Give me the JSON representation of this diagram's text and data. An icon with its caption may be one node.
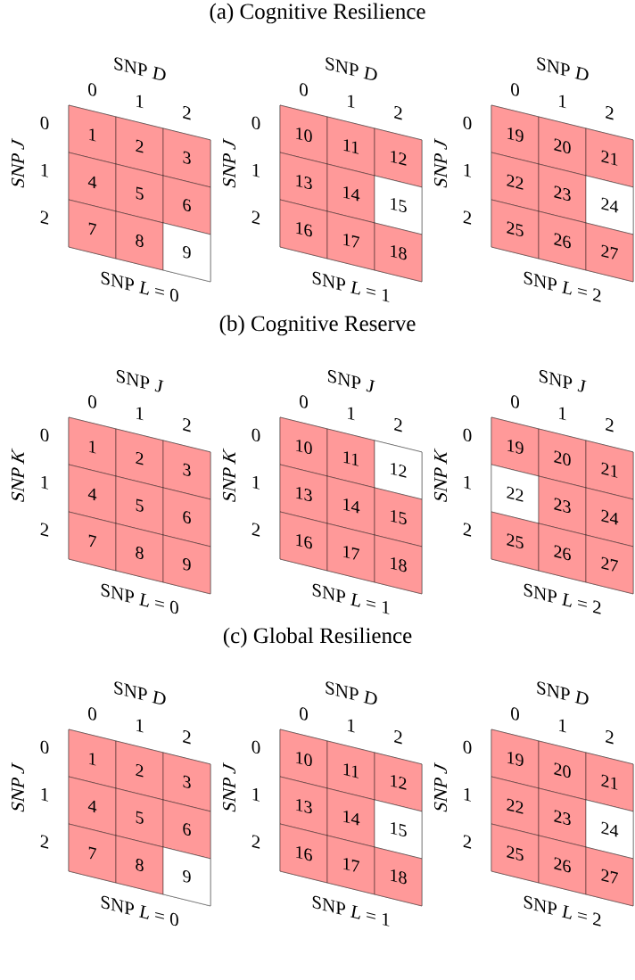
{
  "diagram": {
    "nodes": [
      {
        "text": [
          "SNP *D*",
          "SNP *J*",
          "SNP *L* = 0"
        ]
      },
      {
        "text": [
          "1"
        ],
        "in": 0
      },
      {
        "text": [
          "2"
        ],
        "in": 0
      },
      {
        "text": [
          "3"
        ],
        "in": 0
      },
      {
        "text": [
          "4"
        ],
        "in": 0
      },
      {
        "text": [
          "5"
        ],
        "in": 0
      },
      {
        "text": [
          "6"
        ],
        "in": 0
      },
      {
        "text": [
          "7"
        ],
        "in": 0
      },
      {
        "text": [
          "8"
        ],
        "in": 0
      },
      {
        "text": [
          "9"
        ],
        "in": 0
      },
      {
        "text": [
          "SNP *D*",
          "SNP *J*",
          "SNP *L* = 1"
        ]
      },
      {
        "text": [
          "10"
        ],
        "in": 10
      },
      {
        "text": [
          "11"
        ],
        "in": 10
      },
      {
        "text": [
          "12"
        ],
        "in": 10
      },
      {
        "text": [
          "13"
        ],
        "in": 10
      },
      {
        "text": [
          "14"
        ],
        "in": 10
      },
      {
        "text": [
          "15"
        ],
        "in": 10
      },
      {
        "text": [
          "16"
        ],
        "in": 10
      },
      {
        "text": [
          "17"
        ],
        "in": 10
      },
      {
        "text": [
          "18"
        ],
        "in": 10
      },
      {
        "text": [
          "SNP *D*",
          "SNP *J*",
          "SNP *L* = 2"
        ]
      },
      {
        "text": [
          "19"
        ],
        "in": 20
      },
      {
        "text": [
          "20"
        ],
        "in": 20
      },
      {
        "text": [
          "21"
        ],
        "in": 20
      },
      {
        "text": [
          "22"
        ],
        "in": 20
      },
      {
        "text": [
          "23"
        ],
        "in": 20
      },
      {
        "text": [
          "24"
        ],
        "in": 20
      },
      {
        "text": [
          "25"
        ],
        "in": 20
      },
      {
        "text": [
          "26"
        ],
        "in": 20
      },
      {
        "text": [
          "27"
        ],
        "in": 20
      },
      {
        "text": [
          "SNP *J*",
          "SNP *K*",
          "SNP *L* = 0"
        ]
      },
      {
        "text": [
          "1"
        ],
        "in": 30
      },
      {
        "text": [
          "2"
        ],
        "in": 30
      },
      {
        "text": [
          "3"
        ],
        "in": 30
      },
      {
        "text": [
          "4"
        ],
        "in": 30
      },
      {
        "text": [
          "5"
        ],
        "in": 30
      },
      {
        "text": [
          "6"
        ],
        "in": 30
      },
      {
        "text": [
          "7"
        ],
        "in": 30
      },
      {
        "text": [
          "8"
        ],
        "in": 30
      },
      {
        "text": [
          "9"
        ],
        "in": 30
      },
      {
        "text": [
          "SNP *J*",
          "SNP *K*",
          "SNP *L* = 1"
        ]
      },
      {
        "text": [
          "10"
        ],
        "in": 40
      },
      {
        "text": [
          "11"
        ],
        "in": 40
      },
      {
        "text": [
          "12"
        ],
        "in": 40
      },
      {
        "text": [
          "13"
        ],
        "in": 40
      },
      {
        "text": [
          "14"
        ],
        "in": 40
      },
      {
        "text": [
          "15"
        ],
        "in": 40
      },
      {
        "text": [
          "16"
        ],
        "in": 40
      },
      {
        "text": [
          "17"
        ],
        "in": 40
      },
      {
        "text": [
          "18"
        ],
        "in": 40
      },
      {
        "text": [
          "SNP *J*",
          "SNP *K*",
          "SNP *L* = 2"
        ]
      },
      {
        "text": [
          "19"
        ],
        "in": 50
      },
      {
        "text": [
          "20"
        ],
        "in": 50
      },
      {
        "text": [
          "21"
        ],
        "in": 50
      },
      {
        "text": [
          "22"
        ],
        "in": 50
      },
      {
        "text": [
          "23"
        ],
        "in": 50
      },
      {
        "text": [
          "24"
        ],
        "in": 50
      },
      {
        "text": [
          "25"
        ],
        "in": 50
      },
      {
        "text": [
          "26"
        ],
        "in": 50
      },
      {
        "text": [
          "27"
        ],
        "in": 50
      },
      {
        "text": [
          "SNP *D*",
          "SNP *J*",
          "SNP *L* = 0"
        ]
      },
      {
        "text": [
          "1"
        ],
        "in": 60
      },
      {
        "text": [
          "2"
        ],
        "in": 60
      },
      {
        "text": [
          "3"
        ],
        "in": 60
      },
      {
        "text": [
          "4"
        ],
        "in": 60
      },
      {
        "text": [
          "5"
        ],
        "in": 60
      },
      {
        "text": [
          "6"
        ],
        "in": 60
      },
      {
        "text": [
          "7"
        ],
        "in": 60
      },
      {
        "text": [
          "8"
        ],
        "in": 60
      },
      {
        "text": [
          "9"
        ],
        "in": 60
      },
      {
        "text": [
          "SNP *D*",
          "SNP *J*",
          "SNP *L* = 1"
        ]
      },
      {
        "text": [
          "10"
        ],
        "in": 70
      },
      {
        "text": [
          "11"
        ],
        "in": 70
      },
      {
        "text": [
          "12"
        ],
        "in": 70
      },
      {
        "text": [
          "13"
        ],
        "in": 70
      },
      {
        "text": [
          "14"
        ],
        "in": 70
      },
      {
        "text": [
          "15"
        ],
        "in": 70
      },
      {
        "text": [
          "16"
        ],
        "in": 70
      },
      {
        "text": [
          "17"
        ],
        "in": 70
      },
      {
        "text": [
          "18"
        ],
        "in": 70
      },
      {
        "text": [
          "SNP *D*",
          "SNP *J*",
          "SNP *L* = 2"
        ]
      },
      {
        "text": [
          "19"
        ],
        "in": 80
      },
      {
        "text": [
          "20"
        ],
        "in": 80
      },
      {
        "text": [
          "21"
        ],
        "in": 80
      },
      {
        "text": [
          "22"
        ],
        "in": 80
      },
      {
        "text": [
          "23"
        ],
        "in": 80
      },
      {
        "text": [
          "24"
        ],
        "in": 80
      },
      {
        "text": [
          "25"
        ],
        "in": 80
      },
      {
        "text": [
          "26"
        ],
        "in": 80
      },
      {
        "text": [
          "27"
        ],
        "in": 80
      }
    ],
    "labels": [
      "(a) Cognitive Resilience",
      "0",
      "1",
      "2",
      "0",
      "1",
      "2",
      "0",
      "1",
      "2",
      "0",
      "1",
      "2",
      "0",
      "1",
      "2",
      "0",
      "1",
      "2",
      "(b) Cognitive Reserve",
      "0",
      "1",
      "2",
      "0",
      "1",
      "2",
      "0",
      "1",
      "2",
      "0",
      "1",
      "2",
      "0",
      "1",
      "2",
      "0",
      "1",
      "2",
      "(c) Global Resilience",
      "0",
      "1",
      "2",
      "0",
      "1",
      "2",
      "0",
      "1",
      "2",
      "0",
      "1",
      "2",
      "0",
      "1",
      "2",
      "0",
      "1",
      "2"
    ]
  }
}
